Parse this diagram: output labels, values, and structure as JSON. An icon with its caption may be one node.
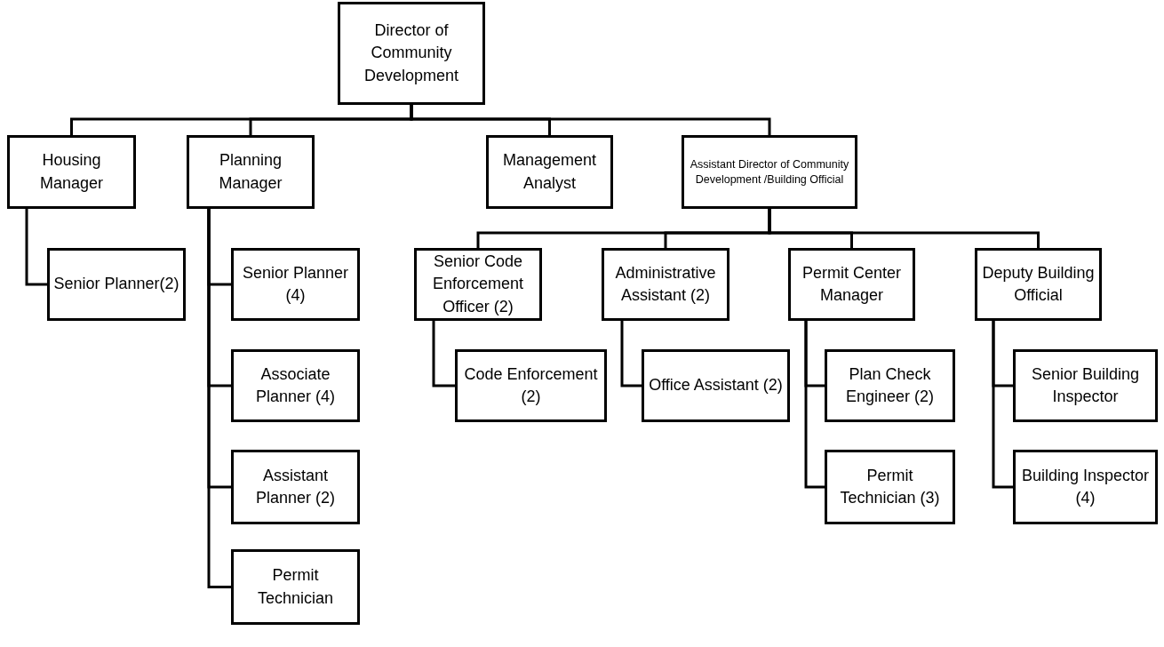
{
  "diagram": {
    "nodes": [
      {
        "text": [
          "Director of Community Development"
        ]
      },
      {
        "text": [
          "Housing Manager"
        ]
      },
      {
        "text": [
          "Planning Manager"
        ]
      },
      {
        "text": [
          "Management Analyst"
        ]
      },
      {
        "text": [
          "Assistant Director of Community Development /Building Official"
        ]
      },
      {
        "text": [
          "Senior Planner(2)"
        ]
      },
      {
        "text": [
          "Senior Planner (4)"
        ]
      },
      {
        "text": [
          "Associate Planner (4)"
        ]
      },
      {
        "text": [
          "Assistant Planner (2)"
        ]
      },
      {
        "text": [
          "Permit Technician"
        ]
      },
      {
        "text": [
          "Senior Code Enforcement Officer (2)"
        ]
      },
      {
        "text": [
          "Administrative Assistant (2)"
        ]
      },
      {
        "text": [
          "Permit Center Manager"
        ]
      },
      {
        "text": [
          "Deputy Building Official"
        ]
      },
      {
        "text": [
          "Code Enforcement (2)"
        ]
      },
      {
        "text": [
          "Office Assistant (2)"
        ]
      },
      {
        "text": [
          "Plan Check Engineer (2)"
        ]
      },
      {
        "text": [
          "Permit Technician (3)"
        ]
      },
      {
        "text": [
          "Senior Building Inspector"
        ]
      },
      {
        "text": [
          "Building Inspector (4)"
        ]
      }
    ],
    "edges": [
      {
        "from": 0,
        "to": 1,
        "arrow": "none"
      },
      {
        "from": 0,
        "to": 2,
        "arrow": "none"
      },
      {
        "from": 0,
        "to": 3,
        "arrow": "none"
      },
      {
        "from": 0,
        "to": 4,
        "arrow": "none"
      },
      {
        "from": 1,
        "to": 5,
        "arrow": "none"
      },
      {
        "from": 2,
        "to": 6,
        "arrow": "none"
      },
      {
        "from": 2,
        "to": 7,
        "arrow": "none"
      },
      {
        "from": 2,
        "to": 8,
        "arrow": "none"
      },
      {
        "from": 2,
        "to": 9,
        "arrow": "none"
      },
      {
        "from": 4,
        "to": 10,
        "arrow": "none"
      },
      {
        "from": 4,
        "to": 11,
        "arrow": "none"
      },
      {
        "from": 4,
        "to": 12,
        "arrow": "none"
      },
      {
        "from": 4,
        "to": 13,
        "arrow": "none"
      },
      {
        "from": 10,
        "to": 14,
        "arrow": "none"
      },
      {
        "from": 11,
        "to": 15,
        "arrow": "none"
      },
      {
        "from": 12,
        "to": 16,
        "arrow": "none"
      },
      {
        "from": 12,
        "to": 17,
        "arrow": "none"
      },
      {
        "from": 13,
        "to": 18,
        "arrow": "none"
      },
      {
        "from": 13,
        "to": 19,
        "arrow": "none"
      }
    ]
  }
}
